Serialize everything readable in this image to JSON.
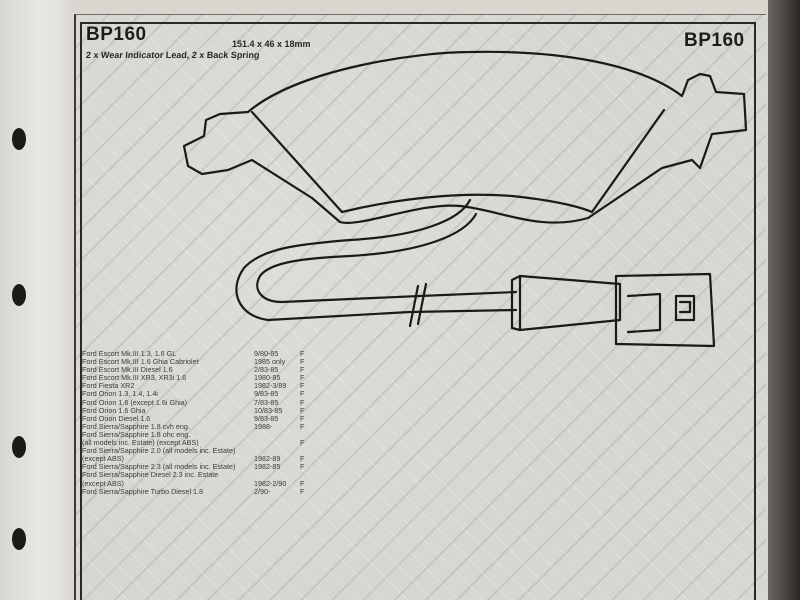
{
  "card": {
    "part_code": "BP160",
    "dimensions": "151.4 x 46 x 18mm",
    "description": "2 x Wear Indicator Lead, 2 x Back Spring"
  },
  "applications": [
    {
      "model": "Ford Escort Mk.III 1.3, 1.6 GL",
      "years": "9/80-85",
      "flag": "F"
    },
    {
      "model": "Ford Escort Mk.III 1.6 Ghia Cabriolet",
      "years": "1985 only",
      "flag": "F"
    },
    {
      "model": "Ford Escort Mk.III Diesel 1.6",
      "years": "2/83-85",
      "flag": "F"
    },
    {
      "model": "Ford Escort Mk.III XR3, XR3i 1.6",
      "years": "1980-85",
      "flag": "F"
    },
    {
      "model": "Ford Fiesta XR2",
      "years": "1982-3/89",
      "flag": "F"
    },
    {
      "model": "Ford Orion 1.3, 1.4, 1.4i",
      "years": "9/83-85",
      "flag": "F"
    },
    {
      "model": "Ford Orion 1.6 (except 1.6i Ghia)",
      "years": "7/83-85",
      "flag": "F"
    },
    {
      "model": "Ford Orion 1.6 Ghia",
      "years": "10/83-85",
      "flag": "F"
    },
    {
      "model": "Ford Orion Diesel 1.6",
      "years": "9/83-85",
      "flag": "F"
    },
    {
      "model": "Ford Sierra/Sapphire 1.8 cvh eng.",
      "years": "1988-",
      "flag": "F"
    },
    {
      "model": "Ford Sierra/Sapphire 1.8 ohc eng.",
      "years": "",
      "flag": ""
    },
    {
      "model": "(all models inc. Estate) (except ABS)",
      "years": "",
      "flag": "F"
    },
    {
      "model": "Ford Sierra/Sapphire 2.0 (all models inc. Estate)",
      "years": "",
      "flag": ""
    },
    {
      "model": "(except ABS)",
      "years": "1982-89",
      "flag": "F"
    },
    {
      "model": "Ford Sierra/Sapphire 2.3 (all models inc. Estate)",
      "years": "1982-85",
      "flag": "F"
    },
    {
      "model": "Ford Sierra/Sapphire Diesel 2.3 inc. Estate",
      "years": "",
      "flag": ""
    },
    {
      "model": "(except ABS)",
      "years": "1982-2/90",
      "flag": "F"
    },
    {
      "model": "Ford Sierra/Sapphire Turbo Diesel 1.8",
      "years": "2/90-",
      "flag": "F"
    }
  ],
  "colors": {
    "ink": "#1f1d1b",
    "paper": "#d8d6d1",
    "background": "#2a2622"
  }
}
